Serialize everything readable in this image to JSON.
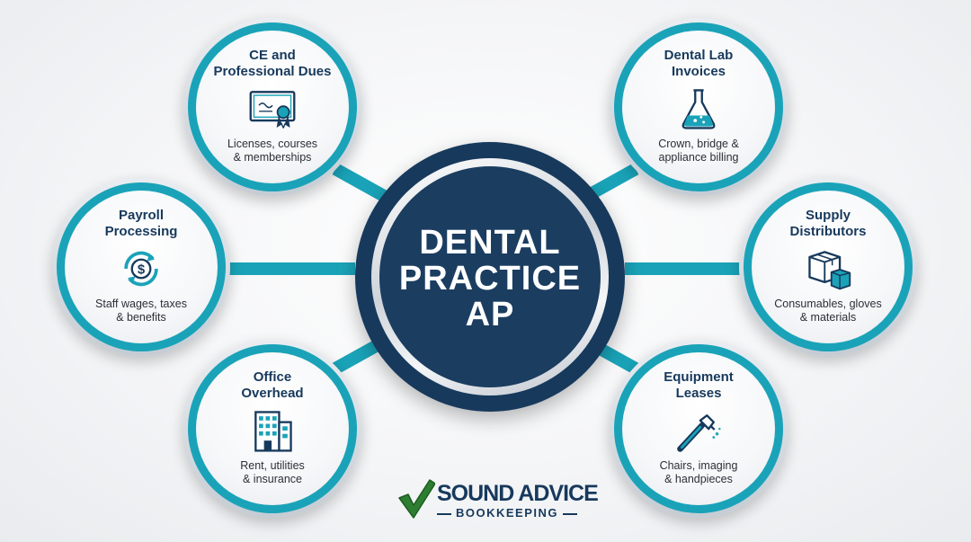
{
  "hub": {
    "title": "DENTAL\nPRACTICE\nAP"
  },
  "nodes": [
    {
      "id": "ce",
      "title": "CE and\nProfessional Dues",
      "icon": "certificate-icon",
      "desc": "Licenses, courses\n& memberships"
    },
    {
      "id": "lab",
      "title": "Dental Lab\nInvoices",
      "icon": "flask-icon",
      "desc": "Crown, bridge &\nappliance billing"
    },
    {
      "id": "payroll",
      "title": "Payroll\nProcessing",
      "icon": "dollar-cycle-icon",
      "desc": "Staff wages, taxes\n& benefits"
    },
    {
      "id": "supply",
      "title": "Supply\nDistributors",
      "icon": "boxes-icon",
      "desc": "Consumables, gloves\n& materials"
    },
    {
      "id": "overhead",
      "title": "Office\nOverhead",
      "icon": "building-icon",
      "desc": "Rent, utilities\n& insurance"
    },
    {
      "id": "equipment",
      "title": "Equipment\nLeases",
      "icon": "dental-handpiece-icon",
      "desc": "Chairs, imaging\n& handpieces"
    }
  ],
  "logo": {
    "name": "SOUND ADVICE",
    "tagline": "BOOKKEEPING",
    "icon": "checkmark-icon"
  },
  "colors": {
    "navy": "#17395c",
    "teal": "#1aa3b8",
    "logo_green": "#2e7d32"
  }
}
